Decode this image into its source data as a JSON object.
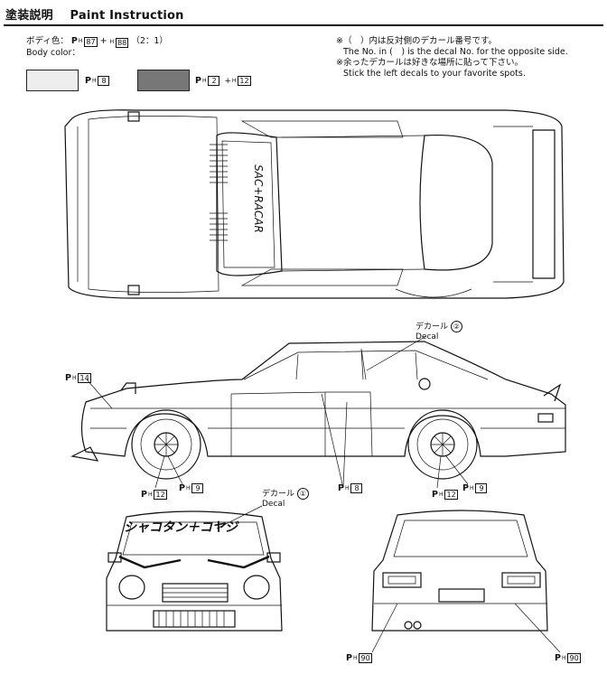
{
  "header": {
    "title_jp": "塗装説明",
    "title_en": "Paint Instruction"
  },
  "body_color": {
    "label_jp": "ボディ色：",
    "label_en": "Body color：",
    "mix": {
      "p1": "87",
      "p2": "88",
      "ratio": "（2：1）"
    },
    "swatches": [
      {
        "color": "#eeeeee",
        "code": "8"
      },
      {
        "color": "#777777",
        "code1": "2",
        "code2": "12"
      }
    ]
  },
  "notes": {
    "n1_jp": "※（　）内は反対側のデカール番号です。",
    "n1_en": "The No. in (　) is the decal No. for the opposite side.",
    "n2_jp": "※余ったデカールは好きな場所に貼って下さい。",
    "n2_en": "Stick the left decals to your favorite spots."
  },
  "callouts": {
    "decal2": {
      "jp": "デカール",
      "en": "Decal",
      "num": "②"
    },
    "decal1": {
      "jp": "デカール",
      "en": "Decal",
      "num": "①"
    },
    "c14": "14",
    "c12a": "12",
    "c9a": "9",
    "c8": "8",
    "c12b": "12",
    "c9b": "9",
    "c90a": "90",
    "c90b": "90"
  },
  "decal_text": {
    "windshield": "シャコタン＋コヤジ",
    "top_side": "SAC+RACAR"
  },
  "code_prefix": "P",
  "code_sub": "H",
  "code_plus": "+"
}
